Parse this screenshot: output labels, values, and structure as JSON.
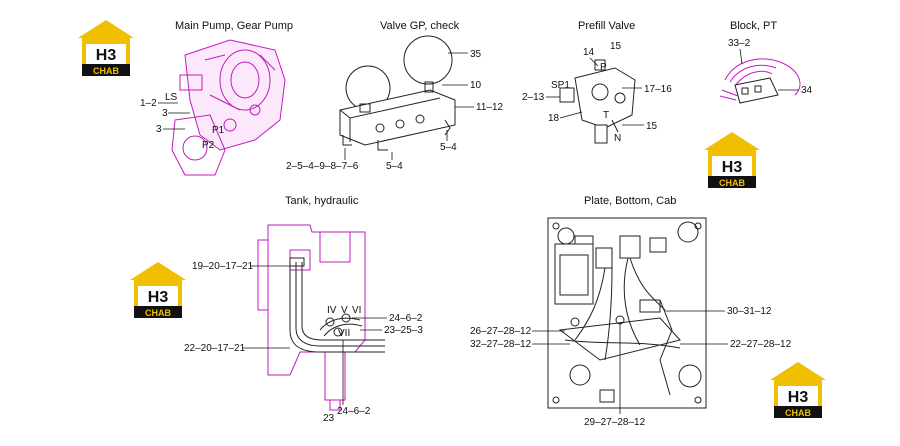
{
  "panels": {
    "main_pump": {
      "title": "Main Pump, Gear Pump",
      "labels": [
        "1–2",
        "LS",
        "3",
        "P1",
        "3",
        "P2"
      ]
    },
    "valve_gp": {
      "title": "Valve GP, check",
      "labels": [
        "35",
        "10",
        "11–12",
        "5–4",
        "2–5–4–9–8–7–6",
        "5–4"
      ]
    },
    "prefill": {
      "title": "Prefill Valve",
      "labels": [
        "14",
        "15",
        "P",
        "SP1",
        "2–13",
        "17–16",
        "18",
        "T",
        "15",
        "N"
      ]
    },
    "block_pt": {
      "title": "Block, PT",
      "labels": [
        "33–2",
        "34"
      ]
    },
    "tank": {
      "title": "Tank, hydraulic",
      "labels": [
        "19–20–17–21",
        "24–6–2",
        "23–25–3",
        "22–20–17–21",
        "23",
        "24–6–2",
        "IV",
        "V",
        "VI",
        "VII"
      ]
    },
    "plate": {
      "title": "Plate, Bottom, Cab",
      "labels": [
        "30–31–12",
        "26–27–28–12",
        "32–27–28–12",
        "22–27–28–12",
        "29–27–28–12"
      ]
    }
  },
  "logo": {
    "top": "H3",
    "bottom": "CHAB"
  }
}
